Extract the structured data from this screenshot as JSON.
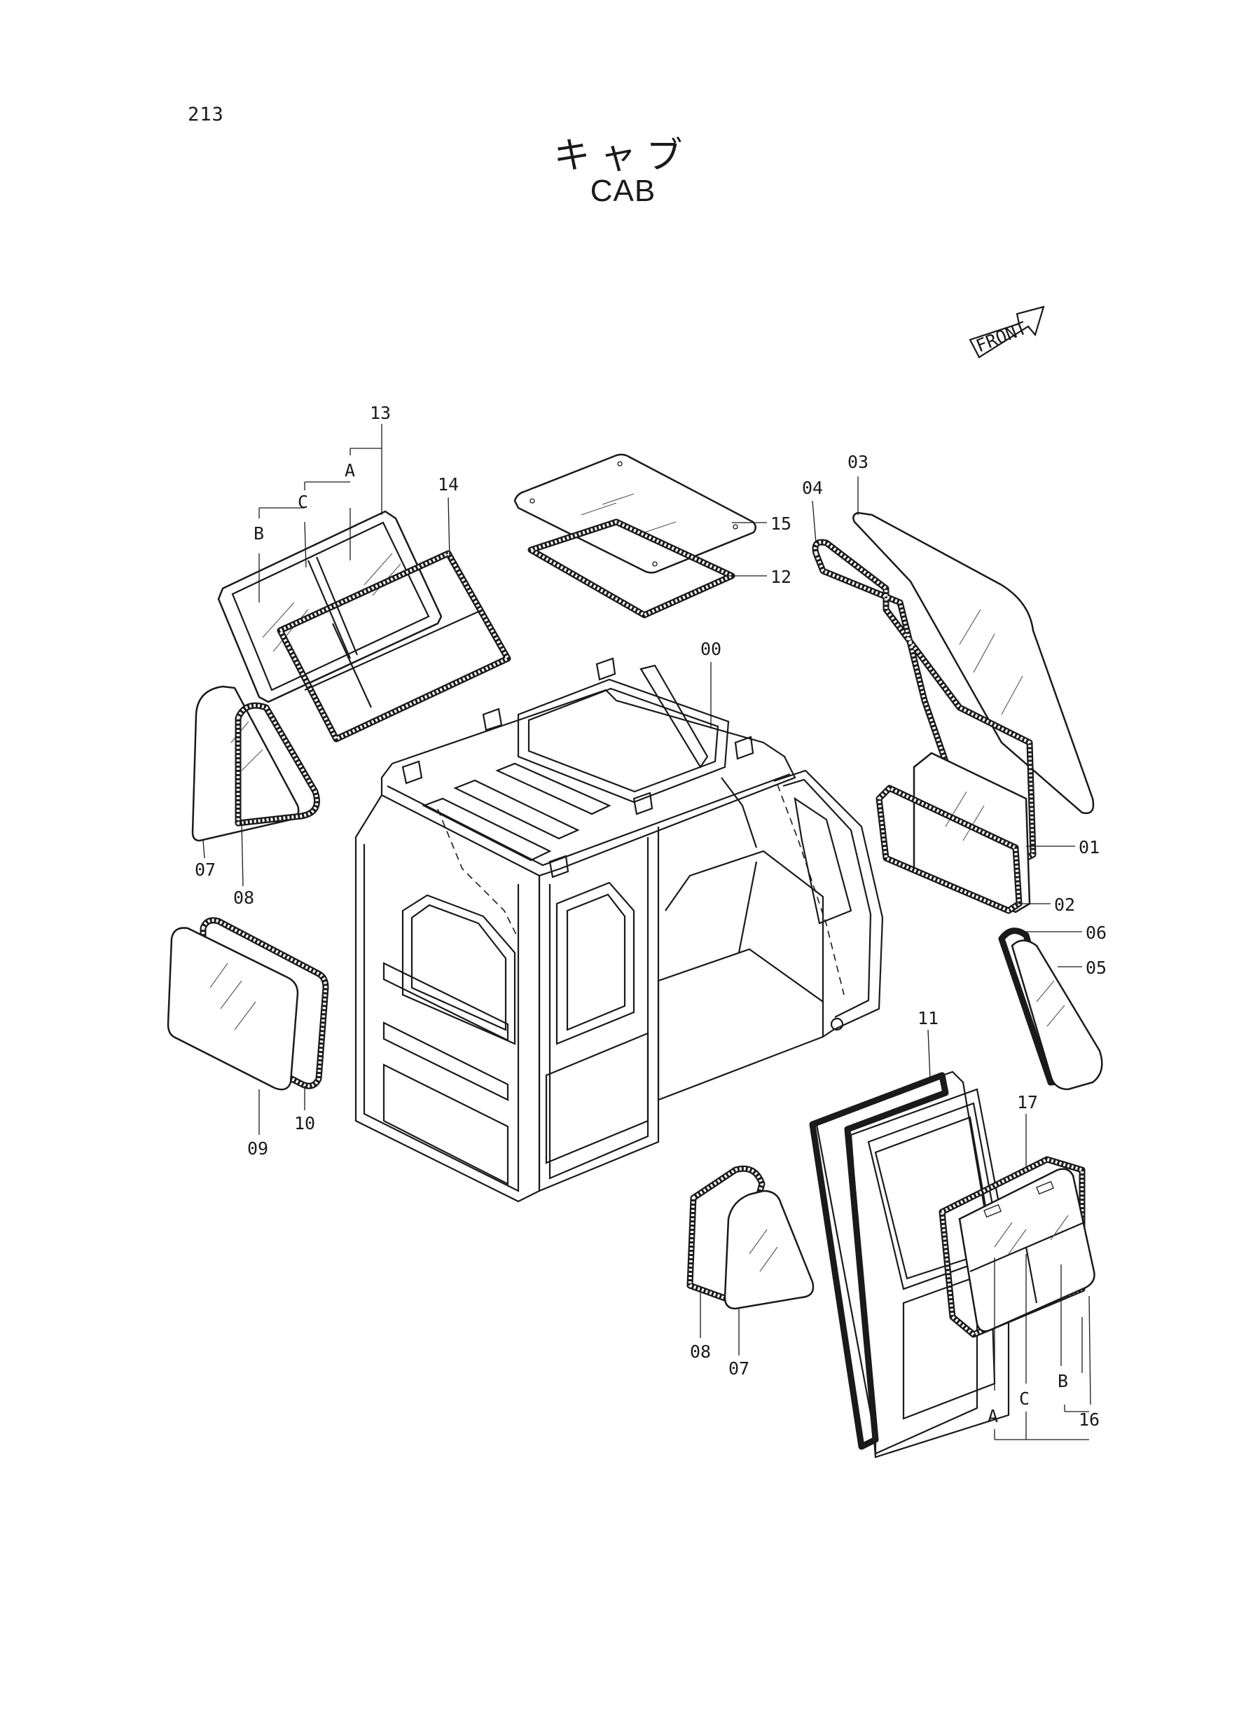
{
  "page": {
    "number": "213"
  },
  "title": {
    "japanese": "キャブ",
    "english": "CAB"
  },
  "front_marker": {
    "label": "FRONT",
    "icon": "front-arrow-icon"
  },
  "callouts": {
    "p00": "00",
    "p01": "01",
    "p02": "02",
    "p03": "03",
    "p04": "04",
    "p05": "05",
    "p06": "06",
    "p07_left": "07",
    "p07_lower": "07",
    "p08_left": "08",
    "p08_lower": "08",
    "p09": "09",
    "p10": "10",
    "p11": "11",
    "p12": "12",
    "p13": "13",
    "p14": "14",
    "p15": "15",
    "p16": "16",
    "p17": "17",
    "left_a": "A",
    "left_b": "B",
    "left_c": "C",
    "right_a": "A",
    "right_b": "B",
    "right_c": "C"
  }
}
